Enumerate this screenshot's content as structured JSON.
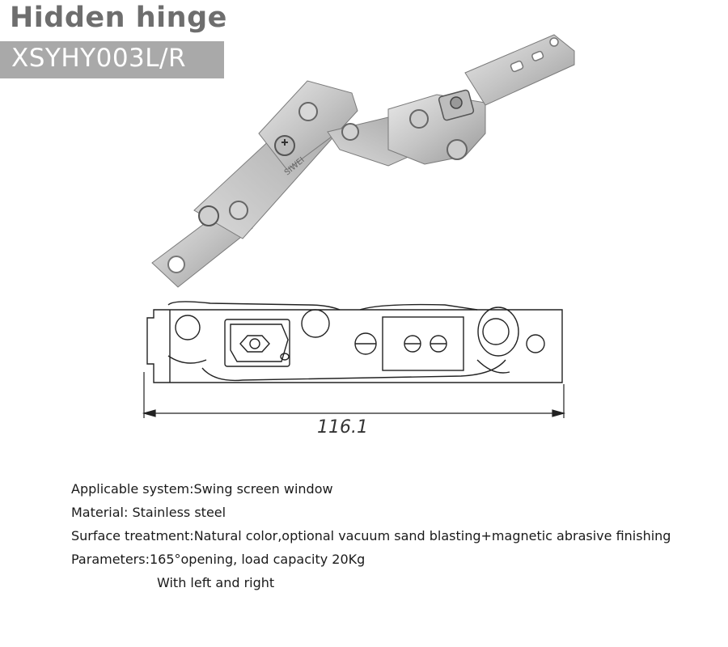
{
  "product": {
    "title": "Hidden hinge",
    "model": "XSYHY003L/R",
    "brand_mark": "SIWEI"
  },
  "drawing": {
    "dimension_label": "116.1"
  },
  "specs": [
    "Applicable system:Swing screen window",
    "Material: Stainless steel",
    "Surface treatment:Natural color,optional vacuum sand blasting+magnetic abrasive finishing",
    "Parameters:165°opening, load capacity 20Kg",
    "With left and right"
  ],
  "colors": {
    "title": "#6e6e6e",
    "model_bar": "#a9a9a9",
    "metal": "#c9c9c9",
    "line": "#222222"
  }
}
